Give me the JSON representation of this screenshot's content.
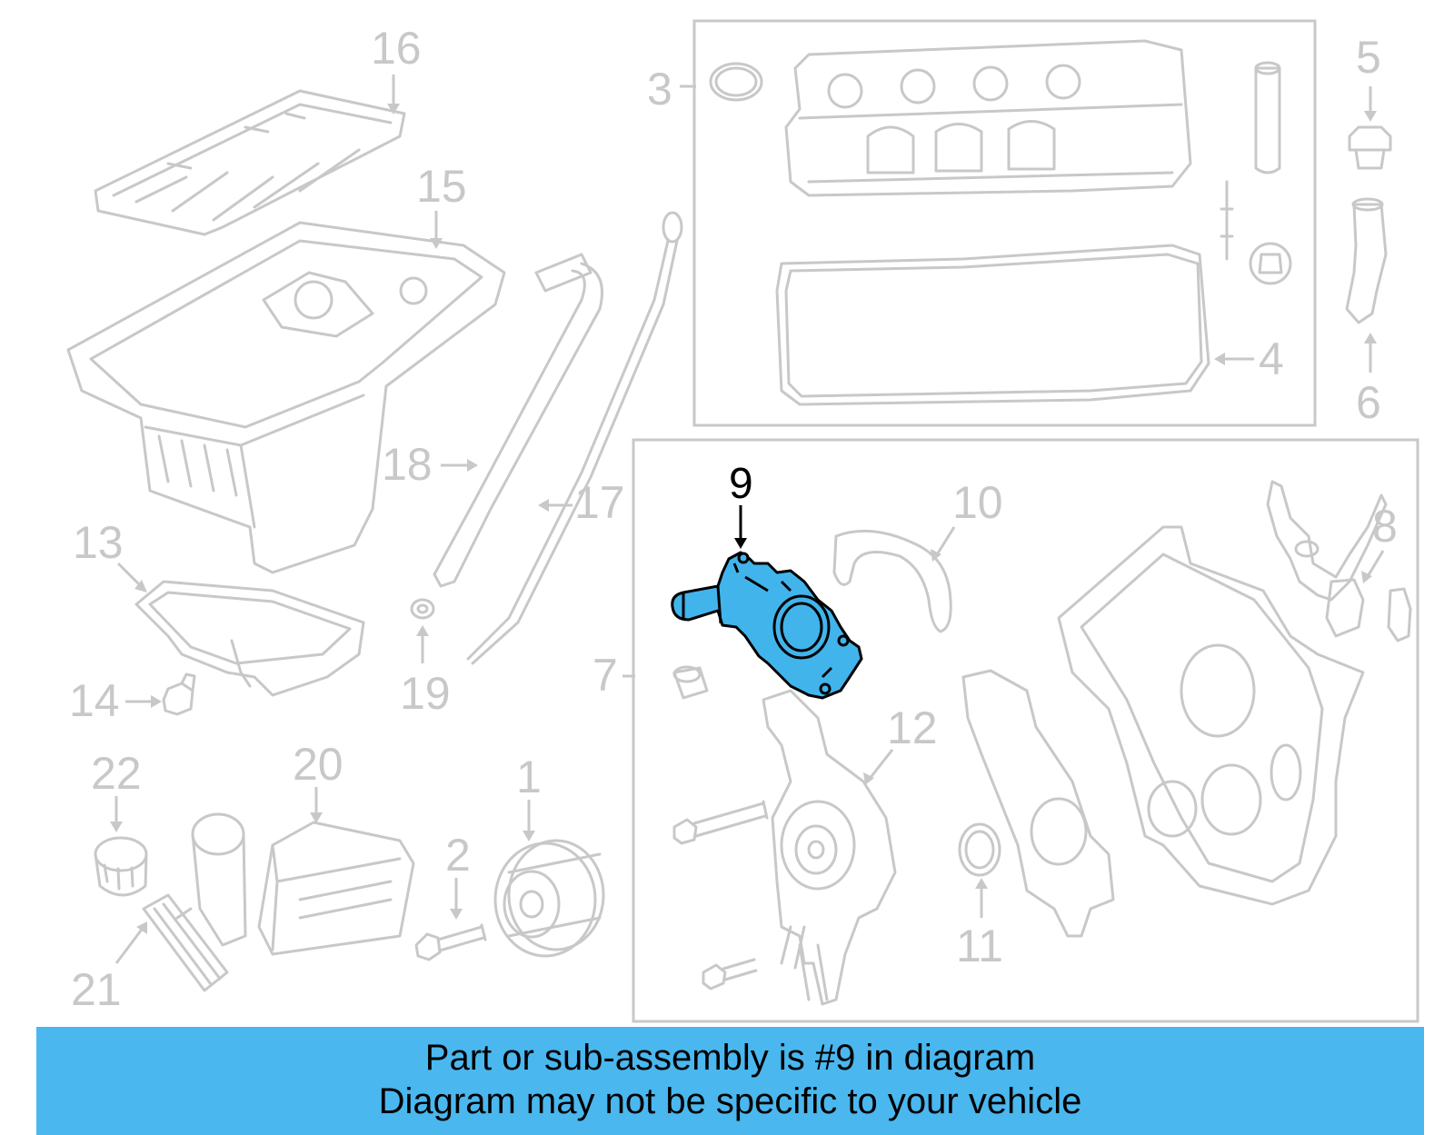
{
  "banner": {
    "line1": "Part or sub-assembly is #9 in diagram",
    "line2": "Diagram may not be specific to your vehicle"
  },
  "callouts": {
    "c1": "1",
    "c2": "2",
    "c3": "3",
    "c4": "4",
    "c5": "5",
    "c6": "6",
    "c7": "7",
    "c8": "8",
    "c9": "9",
    "c10": "10",
    "c11": "11",
    "c12": "12",
    "c13": "13",
    "c14": "14",
    "c15": "15",
    "c16": "16",
    "c17": "17",
    "c18": "18",
    "c19": "19",
    "c20": "20",
    "c21": "21",
    "c22": "22"
  },
  "colors": {
    "highlight": "#42b4ec",
    "banner": "#4ab7ef",
    "inactive": "#c8c8c8"
  }
}
